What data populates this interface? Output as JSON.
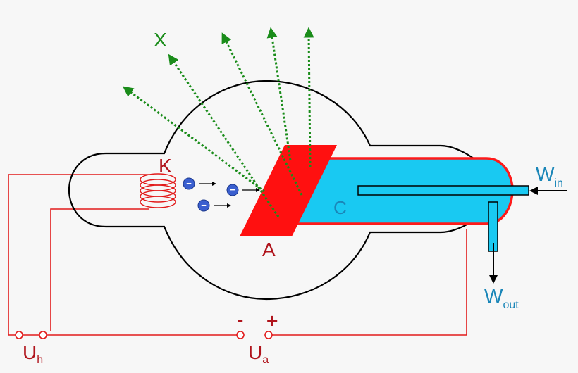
{
  "labels": {
    "x_rays": "X",
    "cathode": "K",
    "anode": "A",
    "coolant": "C",
    "water_in_main": "W",
    "water_in_sub": "in",
    "water_out_main": "W",
    "water_out_sub": "out",
    "heater_voltage_main": "U",
    "heater_voltage_sub": "h",
    "anode_voltage_main": "U",
    "anode_voltage_sub": "a",
    "minus": "-",
    "plus": "+"
  },
  "electrons": [
    {
      "symbol": "−"
    },
    {
      "symbol": "−"
    },
    {
      "symbol": "−"
    }
  ],
  "colors": {
    "background": "#f7f7f7",
    "circuit": "#e21b1b",
    "label_red": "#b0141c",
    "anode": "#ff1010",
    "coolant": "#19c9f2",
    "coolant_outline": "#ff1a1a",
    "xray": "#1a8c1a",
    "water_label": "#1a86b8",
    "electron": "#3a5fcf",
    "tube": "#000000"
  }
}
